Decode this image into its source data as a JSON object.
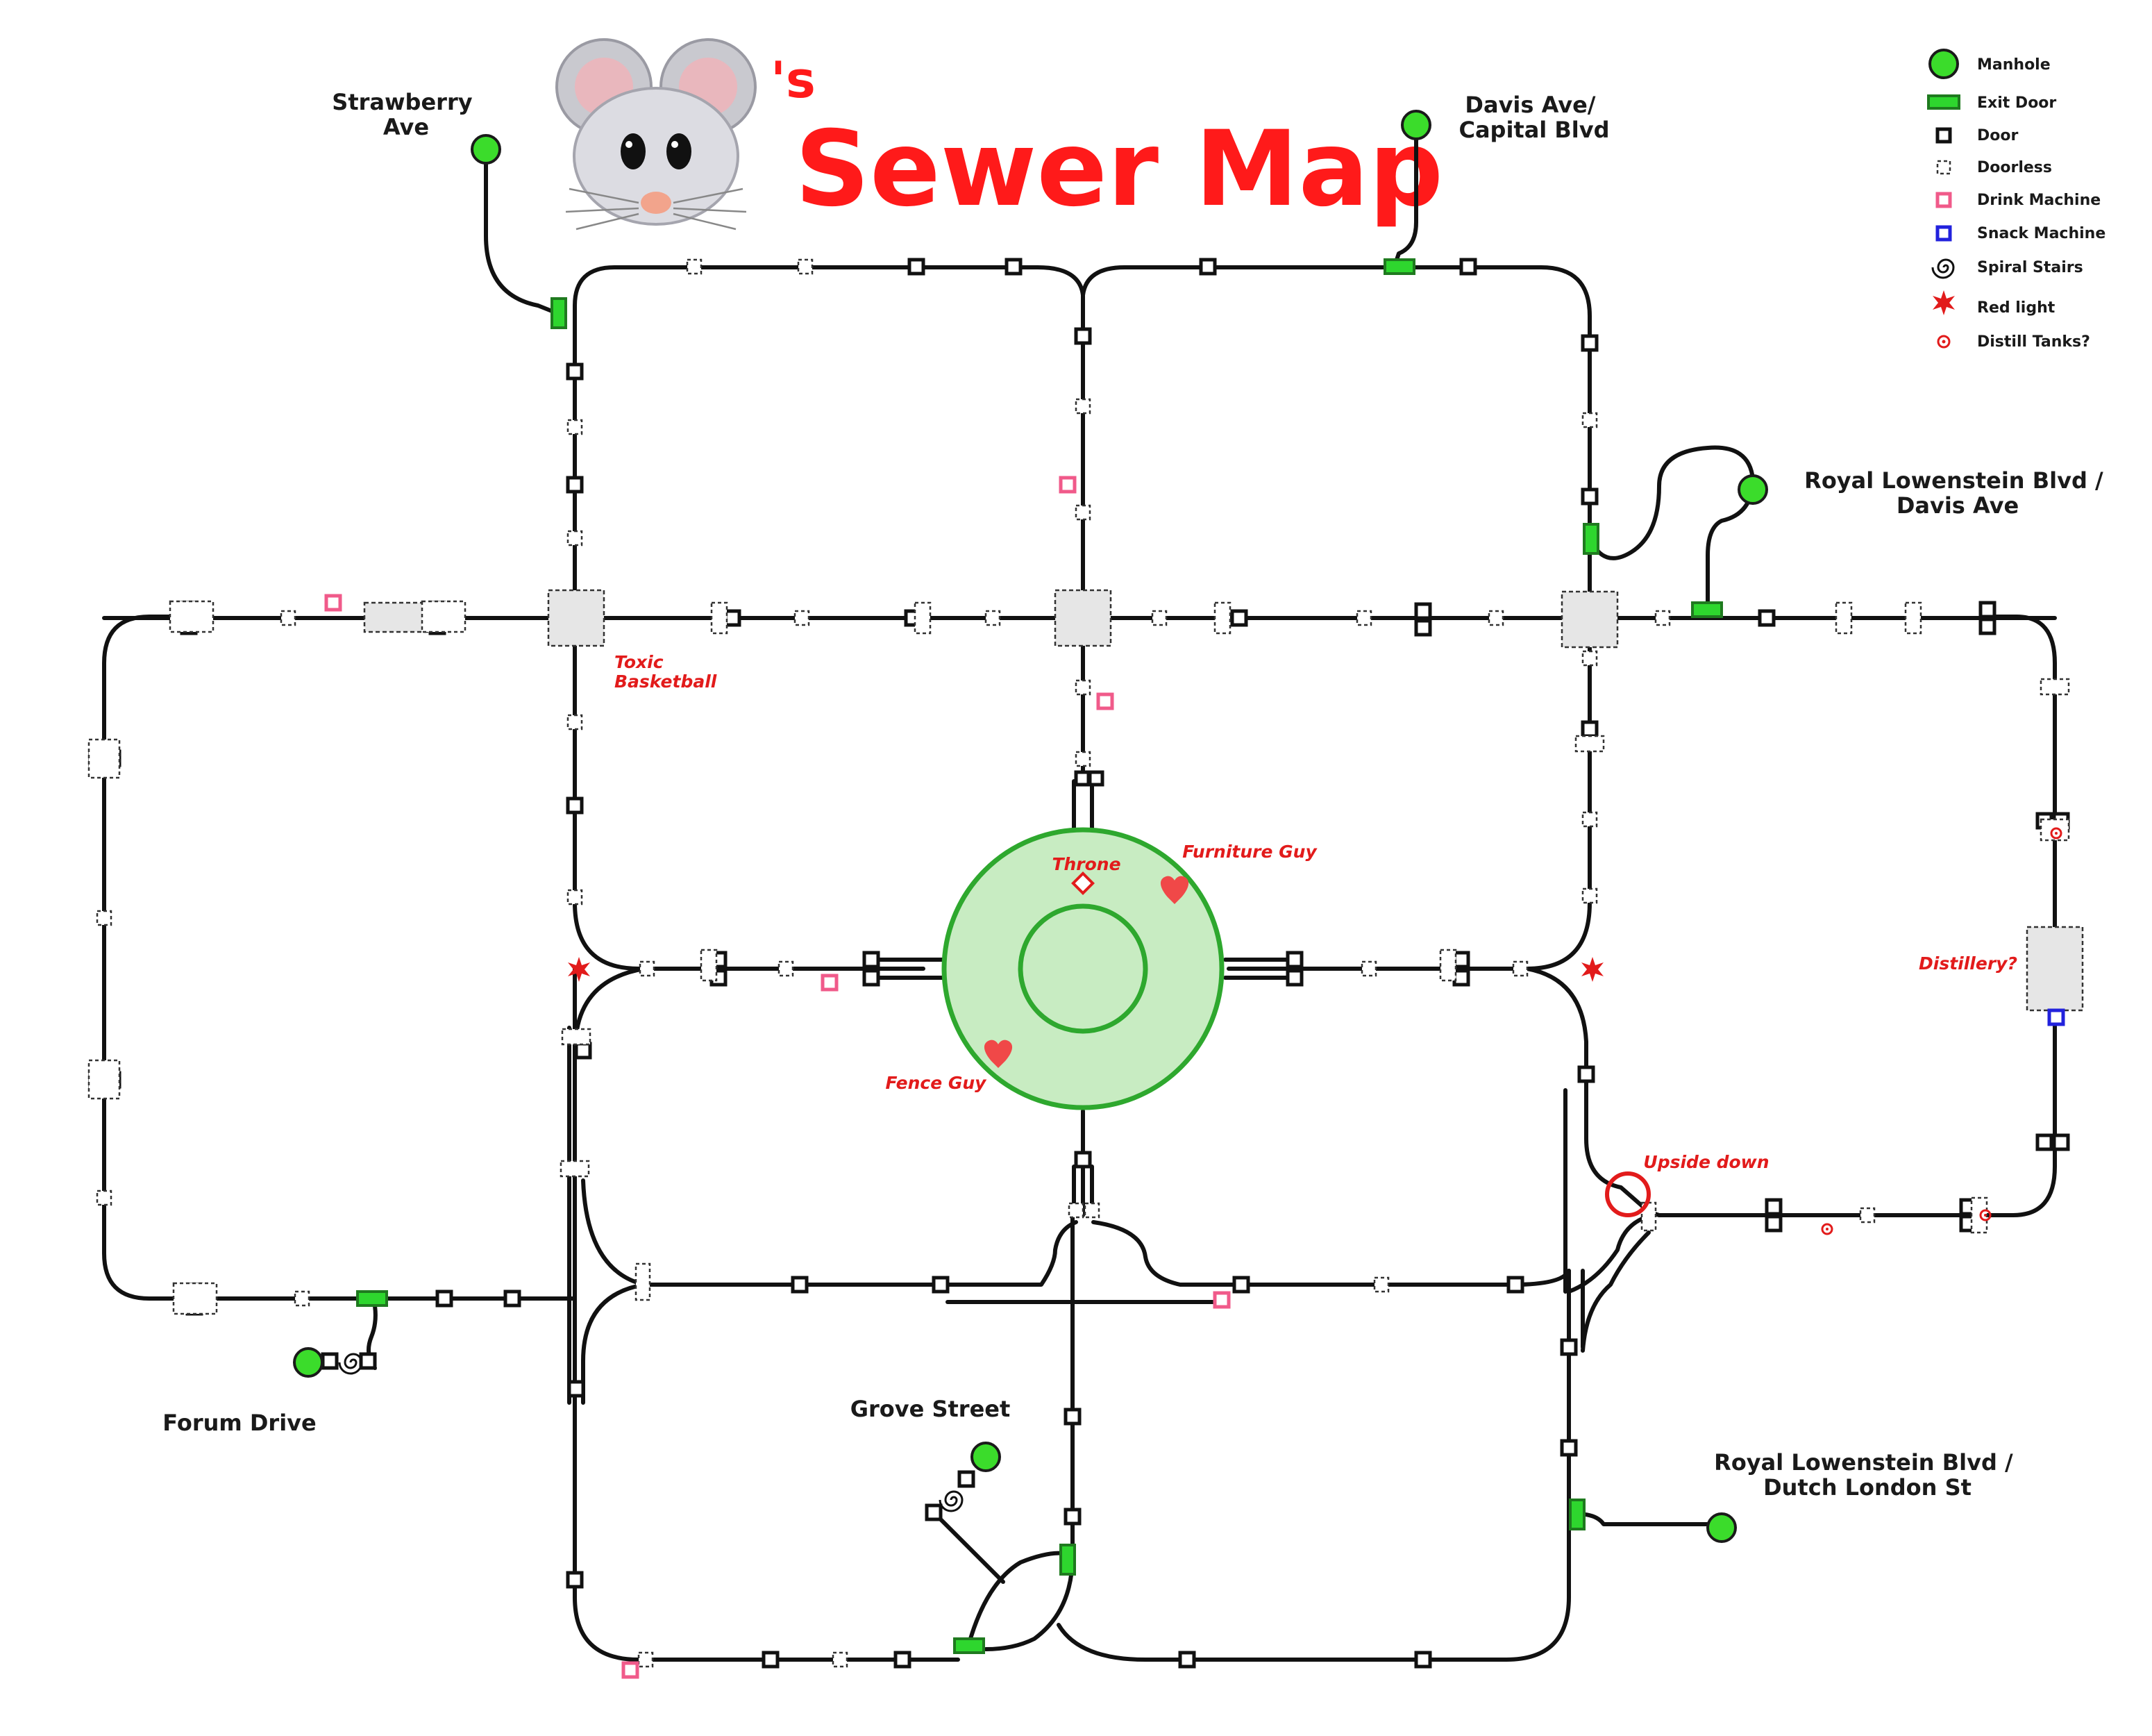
{
  "title": {
    "possessive": "'s",
    "main": "Sewer Map"
  },
  "colors": {
    "tunnel": "#111111",
    "manhole": "#3bdc2b",
    "exit_door": "#2ed62e",
    "drink_machine": "#f05a8a",
    "snack_machine": "#2222dd",
    "red_marker": "#e21b1b",
    "plaza_fill": "#c8ecc2",
    "plaza_stroke": "#2ea82e"
  },
  "legend": [
    {
      "icon": "manhole-icon",
      "label": "Manhole"
    },
    {
      "icon": "exit-door-icon",
      "label": "Exit Door"
    },
    {
      "icon": "door-icon",
      "label": "Door"
    },
    {
      "icon": "doorless-icon",
      "label": "Doorless"
    },
    {
      "icon": "drink-machine-icon",
      "label": "Drink Machine"
    },
    {
      "icon": "snack-machine-icon",
      "label": "Snack Machine"
    },
    {
      "icon": "spiral-stairs-icon",
      "label": "Spiral Stairs"
    },
    {
      "icon": "red-light-icon",
      "label": "Red light"
    },
    {
      "icon": "distill-tank-icon",
      "label": "Distill Tanks?"
    }
  ],
  "streets": {
    "strawberry": [
      "Strawberry",
      "Ave"
    ],
    "davis_capital": [
      "Davis Ave/",
      "Capital Blvd"
    ],
    "royal_davis": [
      "Royal Lowenstein Blvd /",
      "Davis Ave"
    ],
    "forum": "Forum Drive",
    "grove": "Grove Street",
    "royal_dutch": [
      "Royal Lowenstein Blvd /",
      "Dutch London St"
    ]
  },
  "places": {
    "toxic_basketball": [
      "Toxic",
      "Basketball"
    ],
    "throne": "Throne",
    "furniture_guy": "Furniture Guy",
    "fence_guy": "Fence Guy",
    "distillery": "Distillery?",
    "upside_down": "Upside down"
  }
}
